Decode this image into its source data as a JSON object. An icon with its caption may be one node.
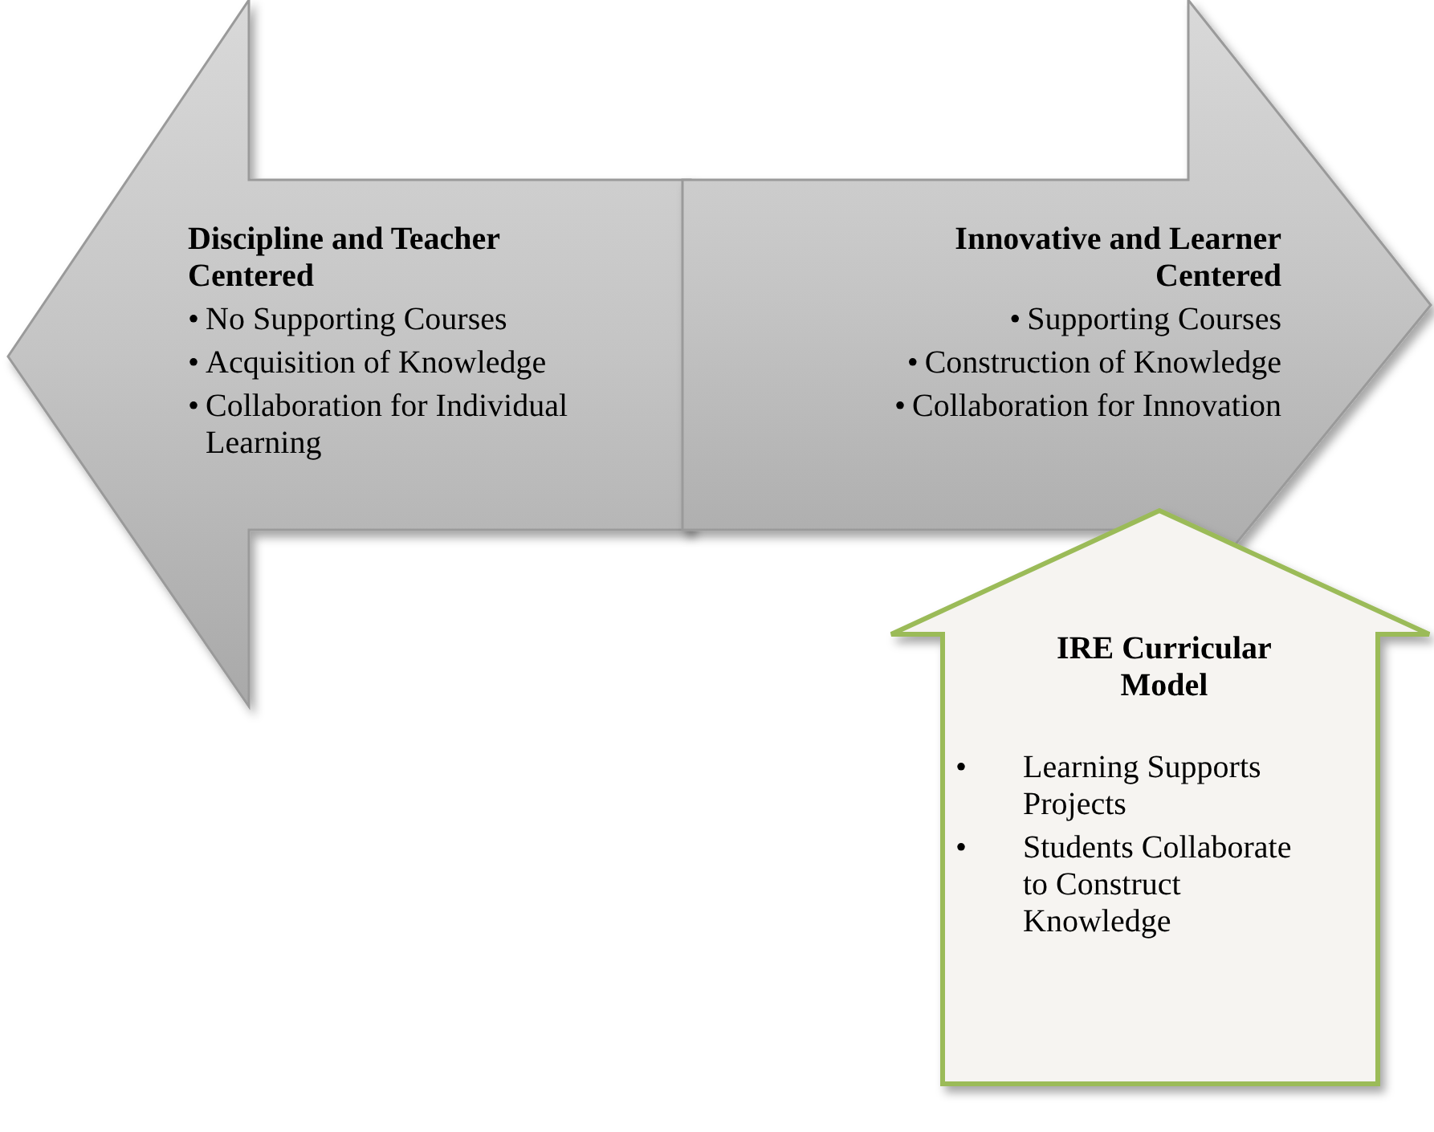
{
  "diagram": {
    "nodes": [
      {
        "text": [
          "Discipline and Teacher Centered",
          "•",
          "No Supporting Courses",
          "•",
          "Acquisition of Knowledge",
          "•",
          "Collaboration for Individual Learning"
        ]
      },
      {
        "text": [
          "Innovative and Learner Centered",
          "•",
          "Supporting Courses",
          "•",
          "Construction of Knowledge",
          "•",
          "Collaboration for Innovation"
        ]
      },
      {
        "text": [
          "IRE Curricular Model",
          "•",
          "Learning Supports Projects",
          "•",
          "Students Collaborate to Construct Knowledge"
        ]
      }
    ]
  }
}
